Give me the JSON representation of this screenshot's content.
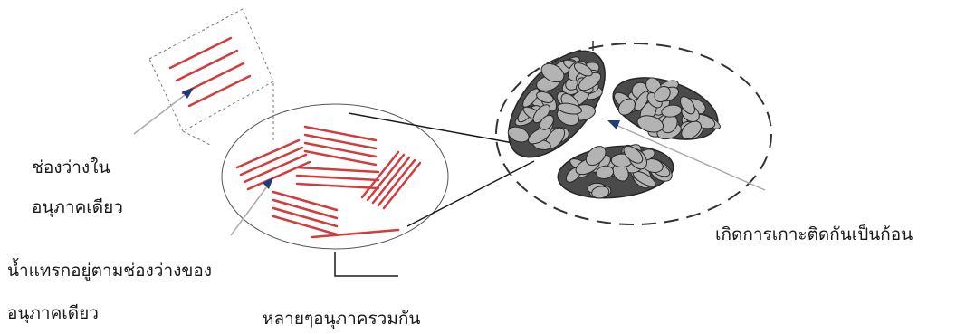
{
  "labels": {
    "single_void_line1": "ช่องว่างใน",
    "single_void_line2": "อนุภาคเดียว",
    "water_line1": "น้ำแทรกอยู่ตามช่องว่างของ",
    "water_line2": "อนุภาคเดียว",
    "many_particles": "หลายๆอนุภาครวมกัน",
    "agglomerate": "เกิดการเกาะติดกันเป็นก้อน"
  },
  "colors": {
    "platelet": "#d23c3c",
    "line": "#1a1a1a",
    "arrow": "#aaaaaa",
    "arrowhead": "#1f3b7a",
    "blob_fill": "#b3b3b3",
    "blob_stroke": "#262626",
    "dashed": "#555555"
  }
}
